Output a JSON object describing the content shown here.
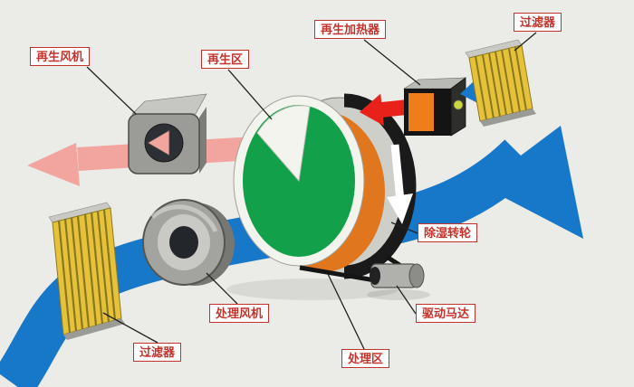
{
  "diagram": {
    "labels": {
      "regen_fan": "再生风机",
      "regen_zone": "再生区",
      "regen_heater": "再生加热器",
      "filter_top_right": "过滤器",
      "filter_bottom_left": "过滤器",
      "process_fan": "处理风机",
      "process_zone": "处理区",
      "dehumid_wheel": "除湿转轮",
      "drive_motor": "驱动马达"
    },
    "colors": {
      "background": "#ebebe8",
      "process_air_blue": "#1777c8",
      "regen_exhaust_pink": "#f2a49e",
      "hot_air_red": "#e8211a",
      "wheel_green": "#13a04b",
      "heater_orange": "#ee7d1a",
      "filter_yellow": "#e6c23a",
      "label_red": "#c4332b"
    }
  }
}
